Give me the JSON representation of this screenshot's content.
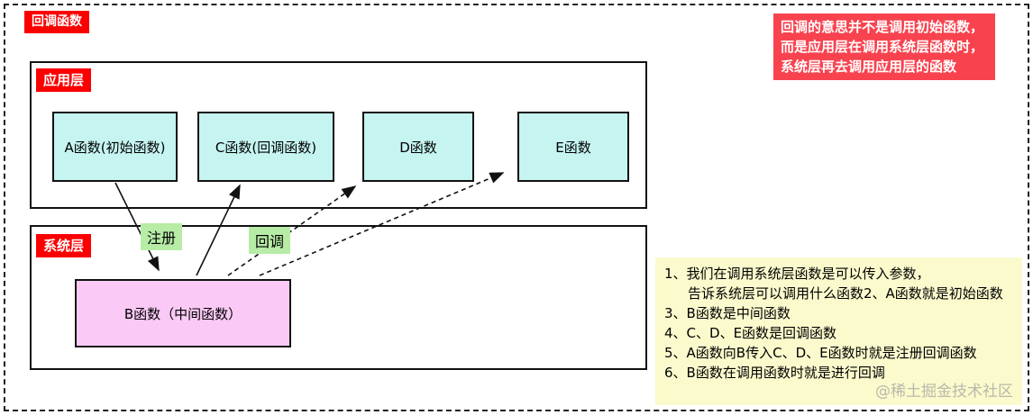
{
  "diagram": {
    "title_label": "回调函数",
    "note_top_right": {
      "line1": "回调的意思并不是调用初始函数，",
      "line2": "而是应用层在调用系统层函数时，",
      "line3": "系统层再去调用应用层的函数"
    },
    "app_layer": {
      "label": "应用层",
      "boxes": [
        {
          "label": "A函数(初始函数)"
        },
        {
          "label": "C函数(回调函数)"
        },
        {
          "label": "D函数"
        },
        {
          "label": "E函数"
        }
      ]
    },
    "system_layer": {
      "label": "系统层",
      "middle_box": {
        "label": "B函数（中间函数）"
      }
    },
    "edge_labels": {
      "register": "注册",
      "callback": "回调"
    },
    "notes_bottom_right": {
      "line1": "1、我们在调用系统层函数是可以传入参数，",
      "line2": "告诉系统层可以调用什么函数2、A函数就是初始函数",
      "line3": "3、B函数是中间函数",
      "line4": "4、C、D、E函数是回调函数",
      "line5": "5、A函数向B传入C、D、E函数时就是注册回调函数",
      "line6": "6、B函数在调用函数时就是进行回调",
      "watermark": "@稀土掘金技术社区"
    },
    "colors": {
      "red_label": "#fb0000",
      "red_note": "#f8434f",
      "cyan_box": "#c5f4f1",
      "pink_box": "#fac9f5",
      "green_label": "#b7eca6",
      "yellow_note": "#fafacd",
      "watermark": "#b9b9aa"
    }
  }
}
